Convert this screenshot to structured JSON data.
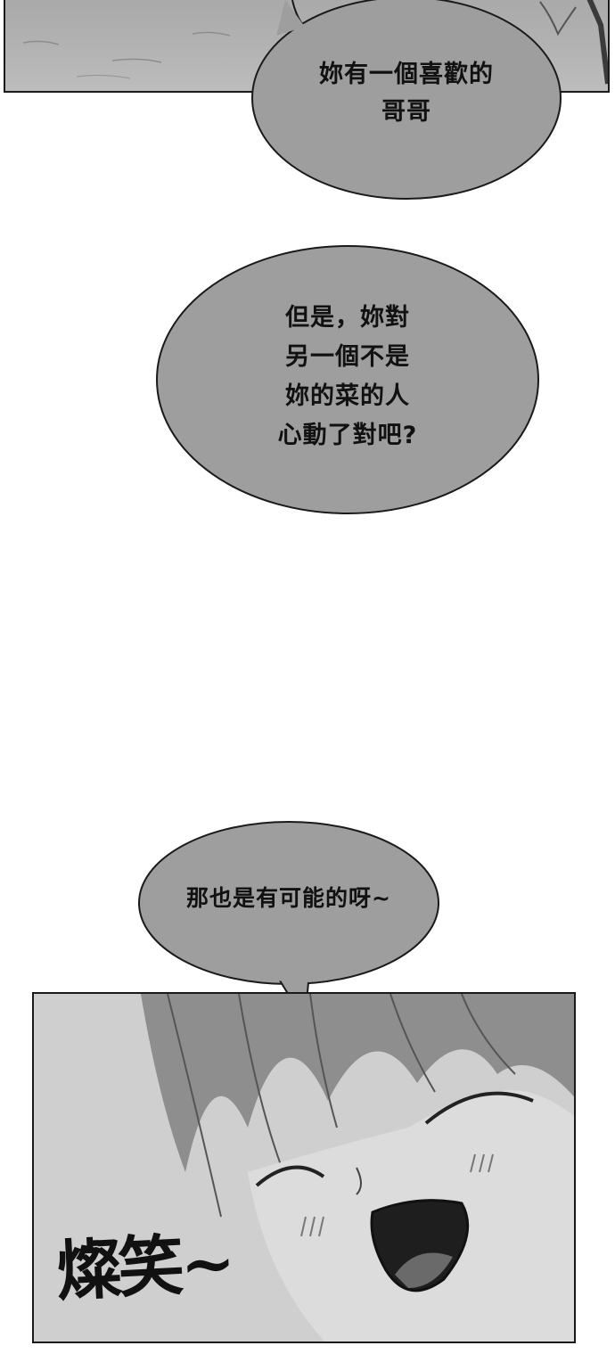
{
  "colors": {
    "bubble_fill": "#9e9e9e",
    "bubble_outline": "#1a1a1a",
    "panel_border": "#1a1a1a",
    "text": "#111111"
  },
  "bubbles": [
    {
      "text": "妳有一個喜歡的\n哥哥"
    },
    {
      "text": "但是，妳對\n另一個不是\n妳的菜的人\n心動了對吧?"
    },
    {
      "text": "那也是有可能的呀~"
    }
  ],
  "sfx": {
    "text": "燦笑~"
  }
}
